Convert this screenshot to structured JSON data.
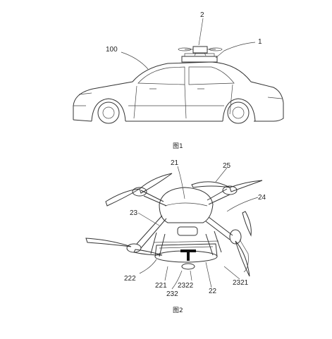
{
  "figure1": {
    "caption": "图1",
    "labels": {
      "vehicle": "100",
      "drone": "2",
      "dock": "1"
    }
  },
  "figure2": {
    "caption": "图2",
    "labels": {
      "body": "21",
      "propeller": "25",
      "arm": "24",
      "support": "23",
      "skid": "222",
      "frame": "221",
      "rod": "232",
      "connector": "2322",
      "base": "22",
      "tip": "2321"
    }
  }
}
